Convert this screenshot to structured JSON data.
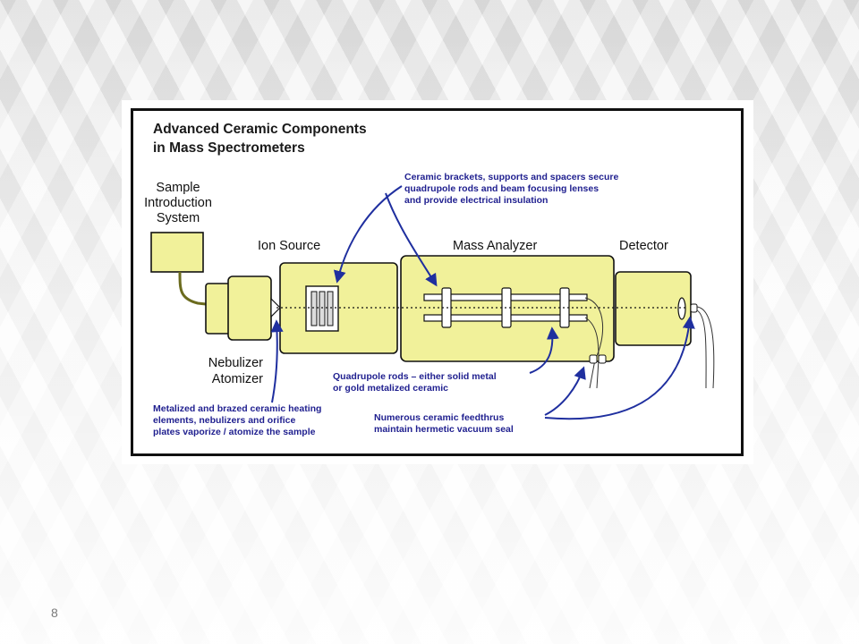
{
  "figure": {
    "title_lines": [
      "Advanced Ceramic Components",
      "in Mass Spectrometers"
    ],
    "labels": {
      "sample_system": [
        "Sample",
        "Introduction",
        "System"
      ],
      "ion_source": "Ion Source",
      "mass_analyzer": "Mass Analyzer",
      "detector": "Detector",
      "nebulizer": [
        "Nebulizer",
        "Atomizer"
      ]
    },
    "annotations": {
      "brackets": [
        "Ceramic brackets, supports and spacers secure",
        "quadrupole rods and beam focusing lenses",
        "and provide electrical insulation"
      ],
      "quadrupole": [
        "Quadrupole rods – either solid metal",
        "or gold metalized ceramic"
      ],
      "heating": [
        "Metalized and brazed ceramic heating",
        "elements, nebulizers and orifice",
        "plates vaporize / atomize the sample"
      ],
      "feedthrus": [
        "Numerous ceramic feedthrus",
        "maintain hermetic vacuum seal"
      ]
    },
    "colors": {
      "component_fill": "#f1f19a",
      "annotation_text": "#1f1f8f",
      "arrow": "#1f2f9f",
      "tubing": "#6b6b1e"
    }
  },
  "slide": {
    "page_number": "8"
  }
}
